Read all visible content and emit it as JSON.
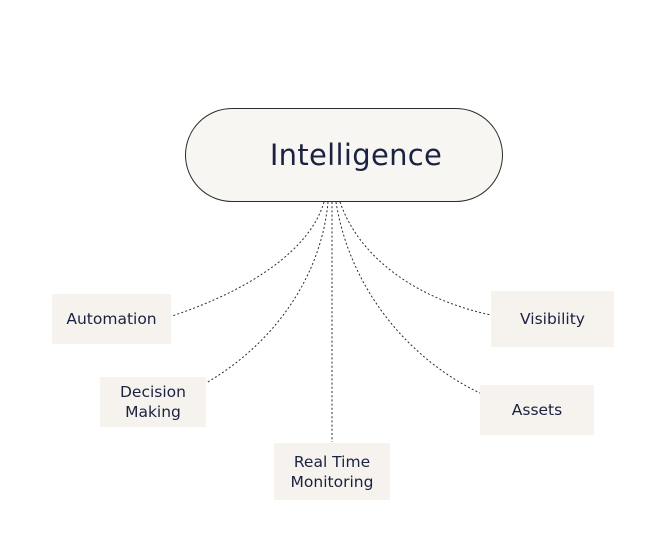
{
  "hub": {
    "label": "Intelligence"
  },
  "nodes": {
    "automation": {
      "lines": [
        "Automation"
      ]
    },
    "decision_making": {
      "lines": [
        "Decision",
        "Making"
      ]
    },
    "real_time_monitoring": {
      "lines": [
        "Real Time",
        "Monitoring"
      ]
    },
    "assets": {
      "lines": [
        "Assets"
      ]
    },
    "visibility": {
      "lines": [
        "Visibility"
      ]
    }
  },
  "colors": {
    "text": "#1b2140",
    "hub_fill": "#f8f6f2",
    "node_fill": "#f6f3ee",
    "line": "#2b2b2b"
  }
}
